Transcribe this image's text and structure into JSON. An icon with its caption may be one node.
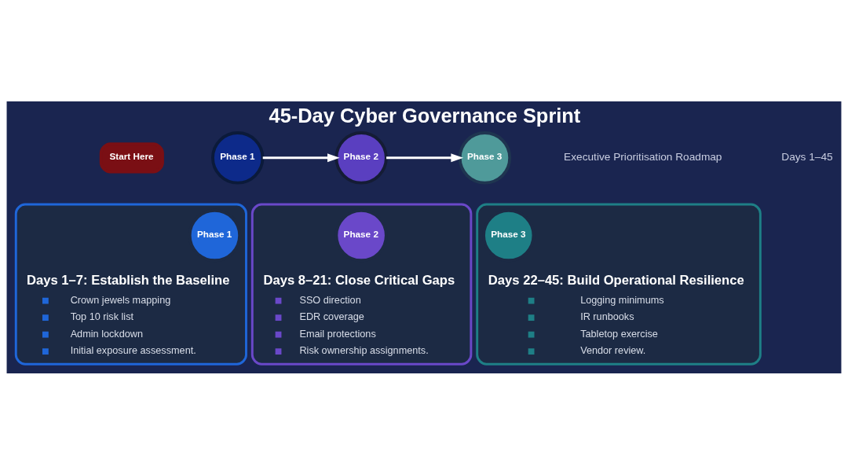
{
  "diagram": {
    "title": "45-Day Cyber Governance Sprint",
    "nodes": [
      {
        "text": [
          "Start Here"
        ]
      },
      {
        "text": [
          "Phase 1"
        ]
      },
      {
        "text": [
          "Phase 2"
        ]
      },
      {
        "text": [
          "Phase 3"
        ]
      },
      {
        "text": [
          "Days 1–7: Establish the Baseline",
          "Crown jewels mapping",
          "Top 10 risk list",
          "Admin lockdown",
          "Initial exposure assessment."
        ]
      },
      {
        "text": [
          "Phase 1"
        ],
        "in": 4
      },
      {
        "text": [
          "Days 8–21: Close Critical Gaps",
          "SSO direction",
          "EDR coverage",
          "Email protections",
          "Risk ownership assignments."
        ]
      },
      {
        "text": [
          "Phase 2"
        ],
        "in": 6
      },
      {
        "text": [
          "Days 22–45: Build Operational Resilience",
          "Logging minimums",
          "IR runbooks",
          "Tabletop exercise",
          "Vendor review."
        ]
      },
      {
        "text": [
          "Phase 3"
        ],
        "in": 8
      }
    ],
    "edges": [
      {
        "from": 1,
        "to": 2,
        "arrow": "to"
      },
      {
        "from": 2,
        "to": 3,
        "arrow": "to"
      }
    ],
    "labels": [
      "Executive Prioritisation Roadmap",
      "Days 1–45"
    ]
  }
}
